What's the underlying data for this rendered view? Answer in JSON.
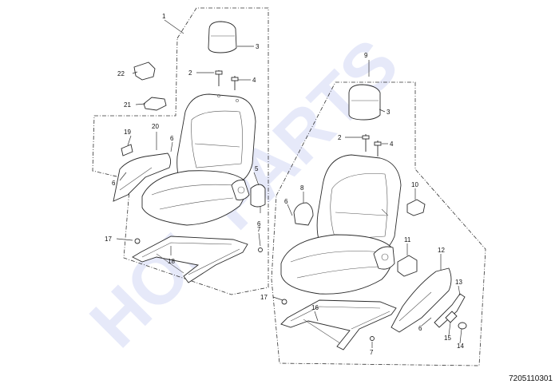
{
  "watermark": "HOL PARTS",
  "diagram_code": "7205110301",
  "callouts": {
    "c1": "1",
    "c9": "9",
    "c2a": "2",
    "c3a": "3",
    "c4a": "4",
    "c5": "5",
    "c6a": "6",
    "c6b": "6",
    "c6c": "6",
    "c7a": "7",
    "c17a": "17",
    "c18": "18",
    "c19": "19",
    "c20": "20",
    "c21": "21",
    "c22": "22",
    "c2b": "2",
    "c3b": "3",
    "c4b": "4",
    "c6d": "6",
    "c6e": "6",
    "c7b": "7",
    "c8": "8",
    "c10": "10",
    "c11": "11",
    "c12": "12",
    "c13": "13",
    "c14": "14",
    "c15": "15",
    "c16": "16",
    "c17b": "17"
  }
}
